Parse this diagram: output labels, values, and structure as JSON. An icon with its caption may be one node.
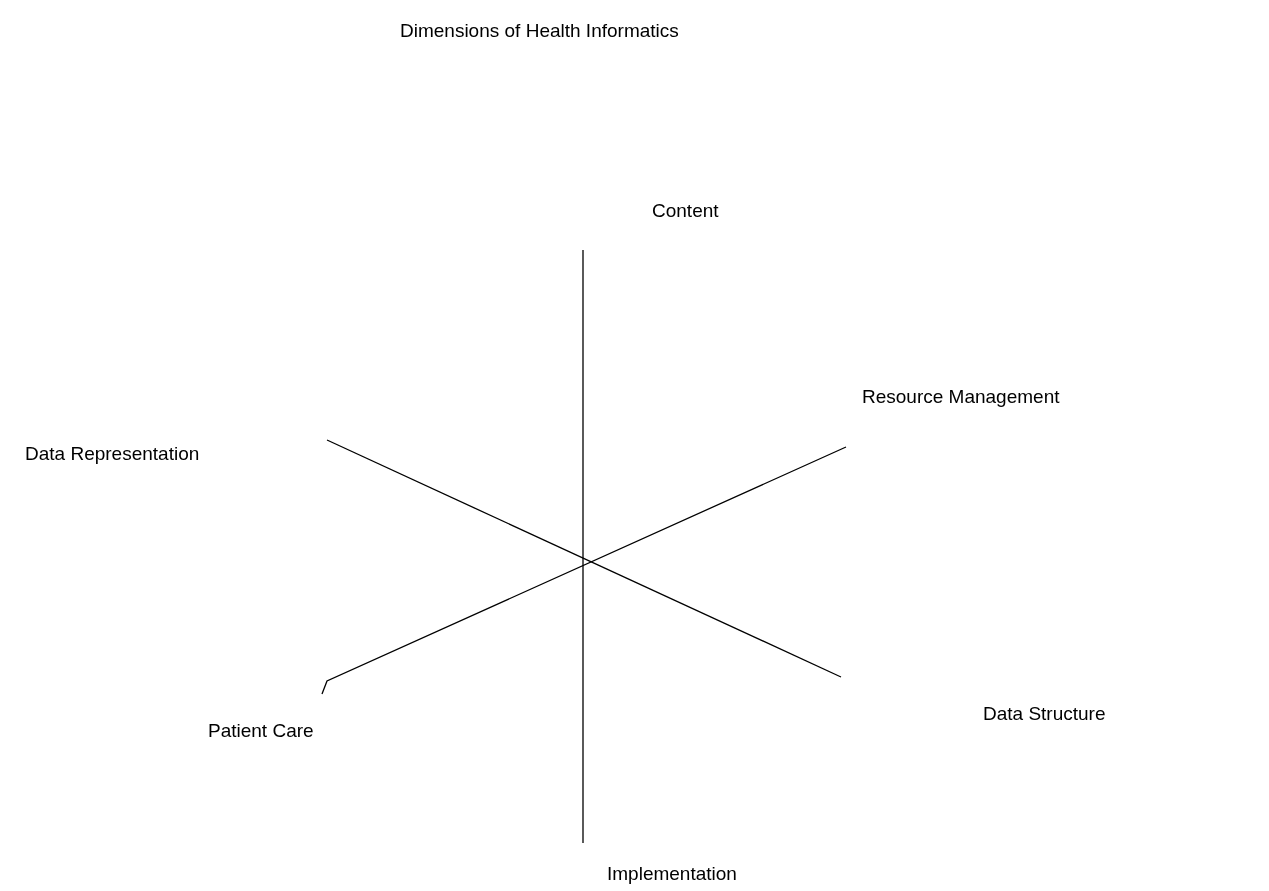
{
  "diagram": {
    "title": "Dimensions of Health Informatics",
    "labels": [
      "Content",
      "Resource Management",
      "Data Representation",
      "Patient Care",
      "Data Structure",
      "Implementation"
    ]
  }
}
